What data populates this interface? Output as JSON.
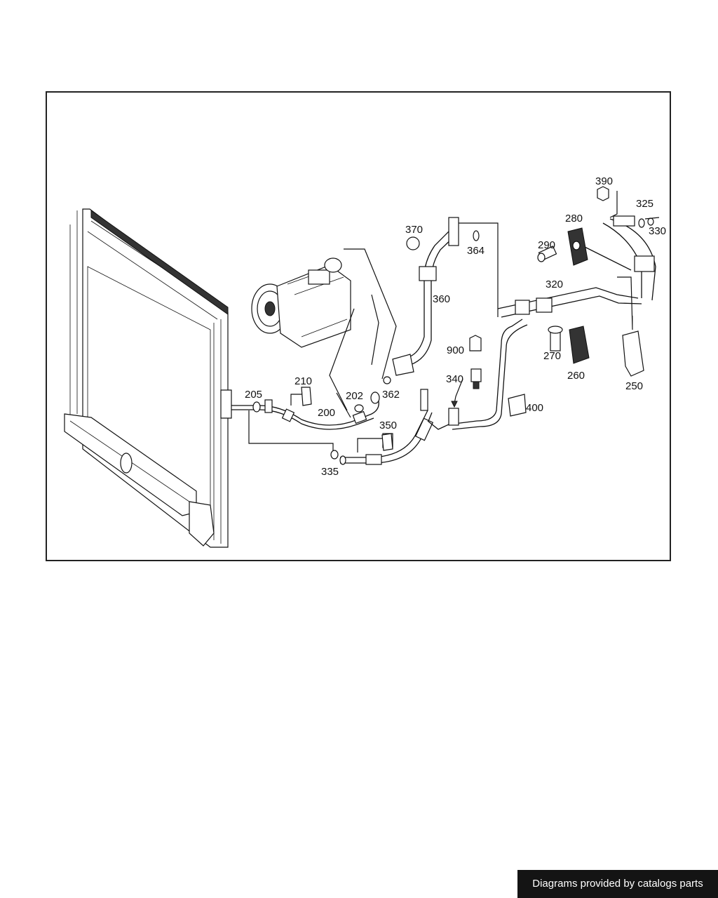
{
  "diagram": {
    "part_numbers": {
      "p200": "200",
      "p202": "202",
      "p205": "205",
      "p210": "210",
      "p250": "250",
      "p260": "260",
      "p270": "270",
      "p280": "280",
      "p290": "290",
      "p320": "320",
      "p325": "325",
      "p330": "330",
      "p335": "335",
      "p340": "340",
      "p350": "350",
      "p360": "360",
      "p362": "362",
      "p364": "364",
      "p370": "370",
      "p390": "390",
      "p400": "400",
      "p900": "900"
    }
  },
  "footer": {
    "credit": "Diagrams provided by catalogs parts"
  }
}
